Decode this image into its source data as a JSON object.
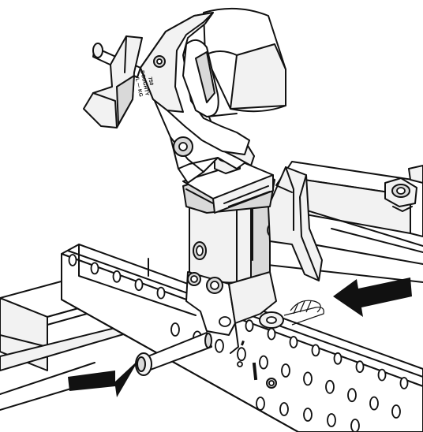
{
  "clamp_engraving": [
    "750",
    "DOUGHTY",
    "SWL — KG"
  ],
  "colors": {
    "line": "#111111",
    "paper": "#ffffff",
    "shade_light": "#f2f2f2",
    "shade_mid": "#d9d9d9",
    "arrow": "#111111"
  },
  "callouts": [
    {
      "target": "safety-pin-locking"
    },
    {
      "target": "spigot-pin-through-truss"
    }
  ]
}
